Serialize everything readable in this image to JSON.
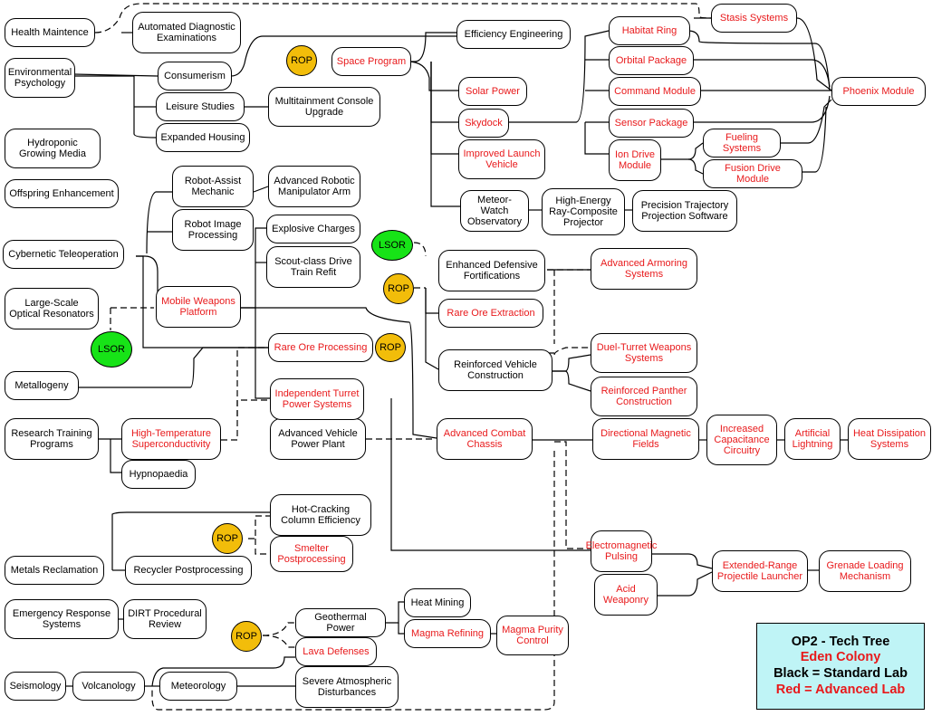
{
  "nodes": {
    "health": "Health Maintence",
    "auto_diag": "Automated Diagnostic Examinations",
    "env_psych": "Environmental Psychology",
    "consumerism": "Consumerism",
    "leisure": "Leisure Studies",
    "multitainment": "Multitainment Console Upgrade",
    "exp_housing": "Expanded Housing",
    "hydroponic": "Hydroponic Growing Media",
    "offspring": "Offspring Enhancement",
    "robot_assist": "Robot-Assist Mechanic",
    "adv_robotic": "Advanced Robotic Manipulator Arm",
    "robot_image": "Robot Image Processing",
    "cybernetic": "Cybernetic Teleoperation",
    "explosive": "Explosive Charges",
    "scout": "Scout-class Drive Train Refit",
    "lsor_optical": "Large-Scale Optical Resonators",
    "mobile_weapons": "Mobile Weapons Platform",
    "metallogeny": "Metallogeny",
    "rare_ore_proc": "Rare Ore Processing",
    "indep_turret": "Independent Turret Power Systems",
    "research_training": "Research Training Programs",
    "high_temp": "High-Temperature Superconductivity",
    "adv_vehicle_power": "Advanced Vehicle Power Plant",
    "hypnopaedia": "Hypnopaedia",
    "hot_cracking": "Hot-Cracking Column Efficiency",
    "smelter": "Smelter Postprocessing",
    "metals_reclamation": "Metals Reclamation",
    "recycler": "Recycler Postprocessing",
    "emergency": "Emergency Response Systems",
    "dirt": "DIRT Procedural Review",
    "geothermal": "Geothermal Power",
    "heat_mining": "Heat Mining",
    "magma_refining": "Magma Refining",
    "magma_purity": "Magma Purity Control",
    "lava": "Lava Defenses",
    "seismology": "Seismology",
    "volcanology": "Volcanology",
    "meteorology": "Meteorology",
    "severe_atmo": "Severe Atmospheric Disturbances",
    "space_program": "Space Program",
    "efficiency_eng": "Efficiency Engineering",
    "solar": "Solar Power",
    "skydock": "Skydock",
    "improved_launch": "Improved Launch Vehicle",
    "meteor_watch": "Meteor-Watch Observatory",
    "high_energy": "High-Energy Ray-Composite Projector",
    "precision": "Precision Trajectory Projection Software",
    "habitat": "Habitat Ring",
    "stasis": "Stasis Systems",
    "orbital": "Orbital Package",
    "command": "Command Module",
    "sensor": "Sensor Package",
    "ion_drive": "Ion Drive Module",
    "fueling": "Fueling Systems",
    "fusion": "Fusion Drive Module",
    "phoenix": "Phoenix Module",
    "enh_defensive": "Enhanced Defensive Fortifications",
    "adv_armoring": "Advanced Armoring Systems",
    "rare_ore_extr": "Rare Ore Extraction",
    "reinforced_vehicle": "Reinforced Vehicle Construction",
    "duel_turret": "Duel-Turret Weapons Systems",
    "reinforced_panther": "Reinforced Panther Construction",
    "adv_combat": "Advanced Combat Chassis",
    "dir_magnetic": "Directional Magnetic Fields",
    "increased_cap": "Increased Capacitance Circuitry",
    "artificial_lightning": "Artificial Lightning",
    "heat_dissipation": "Heat Dissipation Systems",
    "electromagnetic": "Electromagnetic Pulsing",
    "extended_range": "Extended-Range Projectile Launcher",
    "grenade": "Grenade Loading Mechanism",
    "acid": "Acid Weaponry"
  },
  "badges": {
    "rop": "ROP",
    "lsor": "LSOR"
  },
  "legend": {
    "title": "OP2 - Tech Tree",
    "colony": "Eden Colony",
    "black_label": "Black = Standard Lab",
    "red_label": "Red = Advanced Lab"
  },
  "colors": {
    "standard_text": "#000000",
    "advanced_text": "#e8191b",
    "rop_fill": "#f2bd0a",
    "lsor_fill": "#17e317",
    "legend_fill": "#bff4f6"
  }
}
